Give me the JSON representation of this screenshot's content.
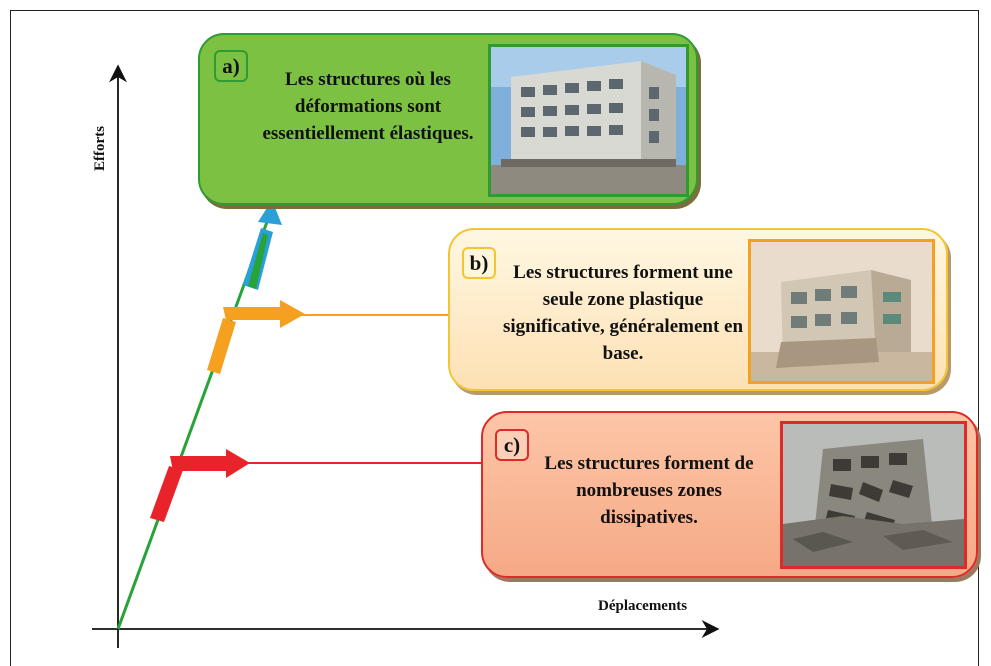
{
  "axes": {
    "y_label": "Efforts",
    "x_label": "Déplacements"
  },
  "cards": {
    "a": {
      "tag": "a)",
      "text": "Les structures où les déformations sont essentiellement élastiques.",
      "accent": "#2e9b33",
      "fill": "#7dc142"
    },
    "b": {
      "tag": "b)",
      "text": "Les structures forment une seule zone plastique significative, généralement en base.",
      "accent": "#f4c532",
      "arrow": "#f5a01e"
    },
    "c": {
      "tag": "c)",
      "text": "Les structures forment de nombreuses zones dissipatives.",
      "accent": "#df2a2a",
      "arrow": "#e8242a"
    }
  },
  "photos": {
    "a": "intact-building-photo",
    "b": "damaged-building-photo",
    "c": "collapsed-building-photo"
  }
}
